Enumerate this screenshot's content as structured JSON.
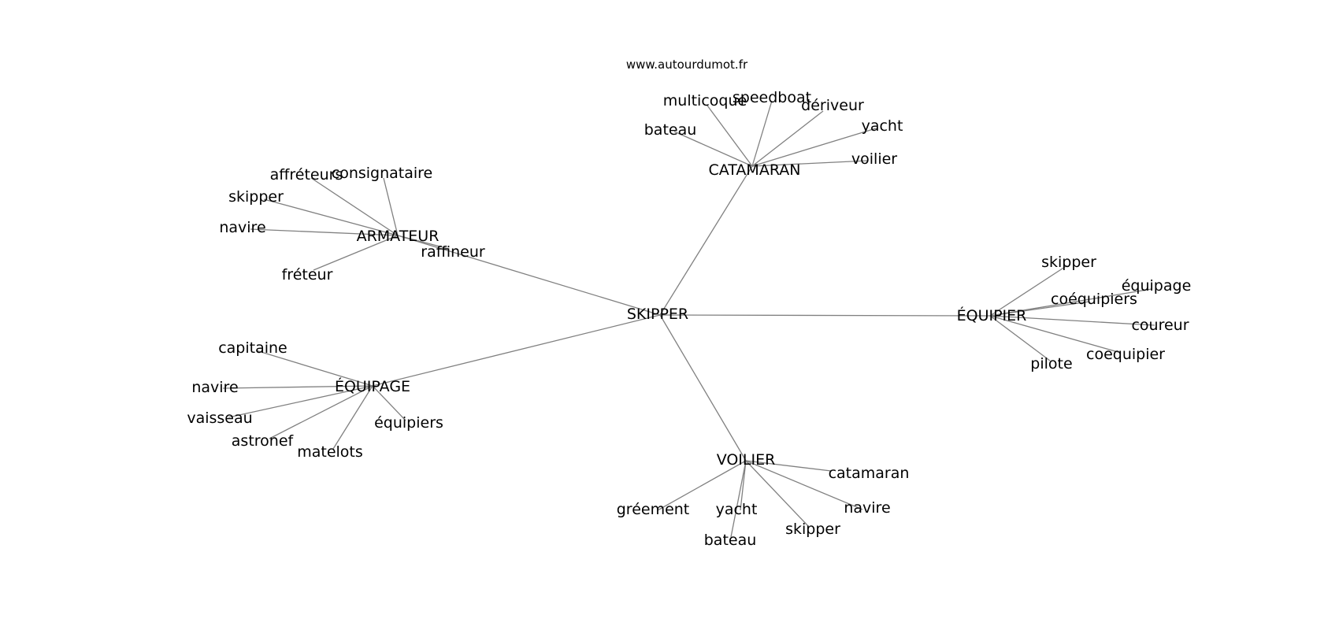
{
  "source": "www.autourdumot.fr",
  "center": {
    "id": "skipper",
    "label": "SKIPPER"
  },
  "groups": [
    {
      "id": "catamaran",
      "label": "CATAMARAN",
      "children": [
        {
          "id": "catamaran-bateau",
          "label": "bateau"
        },
        {
          "id": "catamaran-multicoque",
          "label": "multicoque"
        },
        {
          "id": "catamaran-speedboat",
          "label": "speedboat"
        },
        {
          "id": "catamaran-deriveur",
          "label": "dériveur"
        },
        {
          "id": "catamaran-yacht",
          "label": "yacht"
        },
        {
          "id": "catamaran-voilier",
          "label": "voilier"
        }
      ]
    },
    {
      "id": "armateur",
      "label": "ARMATEUR",
      "children": [
        {
          "id": "armateur-affreteurs",
          "label": "affréteurs"
        },
        {
          "id": "armateur-consignataire",
          "label": "consignataire"
        },
        {
          "id": "armateur-skipper",
          "label": "skipper"
        },
        {
          "id": "armateur-navire",
          "label": "navire"
        },
        {
          "id": "armateur-freteur",
          "label": "fréteur"
        },
        {
          "id": "armateur-raffineur",
          "label": "raffineur"
        }
      ]
    },
    {
      "id": "equipier",
      "label": "ÉQUIPIER",
      "children": [
        {
          "id": "equipier-skipper",
          "label": "skipper"
        },
        {
          "id": "equipier-equipage",
          "label": "équipage"
        },
        {
          "id": "equipier-coequipiers",
          "label": "coéquipiers"
        },
        {
          "id": "equipier-coureur",
          "label": "coureur"
        },
        {
          "id": "equipier-coequipier",
          "label": "coequipier"
        },
        {
          "id": "equipier-pilote",
          "label": "pilote"
        }
      ]
    },
    {
      "id": "equipage",
      "label": "ÉQUIPAGE",
      "children": [
        {
          "id": "equipage-capitaine",
          "label": "capitaine"
        },
        {
          "id": "equipage-navire",
          "label": "navire"
        },
        {
          "id": "equipage-vaisseau",
          "label": "vaisseau"
        },
        {
          "id": "equipage-astronef",
          "label": "astronef"
        },
        {
          "id": "equipage-matelots",
          "label": "matelots"
        },
        {
          "id": "equipage-equipiers",
          "label": "équipiers"
        }
      ]
    },
    {
      "id": "voilier",
      "label": "VOILIER",
      "children": [
        {
          "id": "voilier-catamaran",
          "label": "catamaran"
        },
        {
          "id": "voilier-navire",
          "label": "navire"
        },
        {
          "id": "voilier-skipper",
          "label": "skipper"
        },
        {
          "id": "voilier-yacht",
          "label": "yacht"
        },
        {
          "id": "voilier-bateau",
          "label": "bateau"
        },
        {
          "id": "voilier-gréement",
          "label": "gréement"
        }
      ]
    }
  ]
}
